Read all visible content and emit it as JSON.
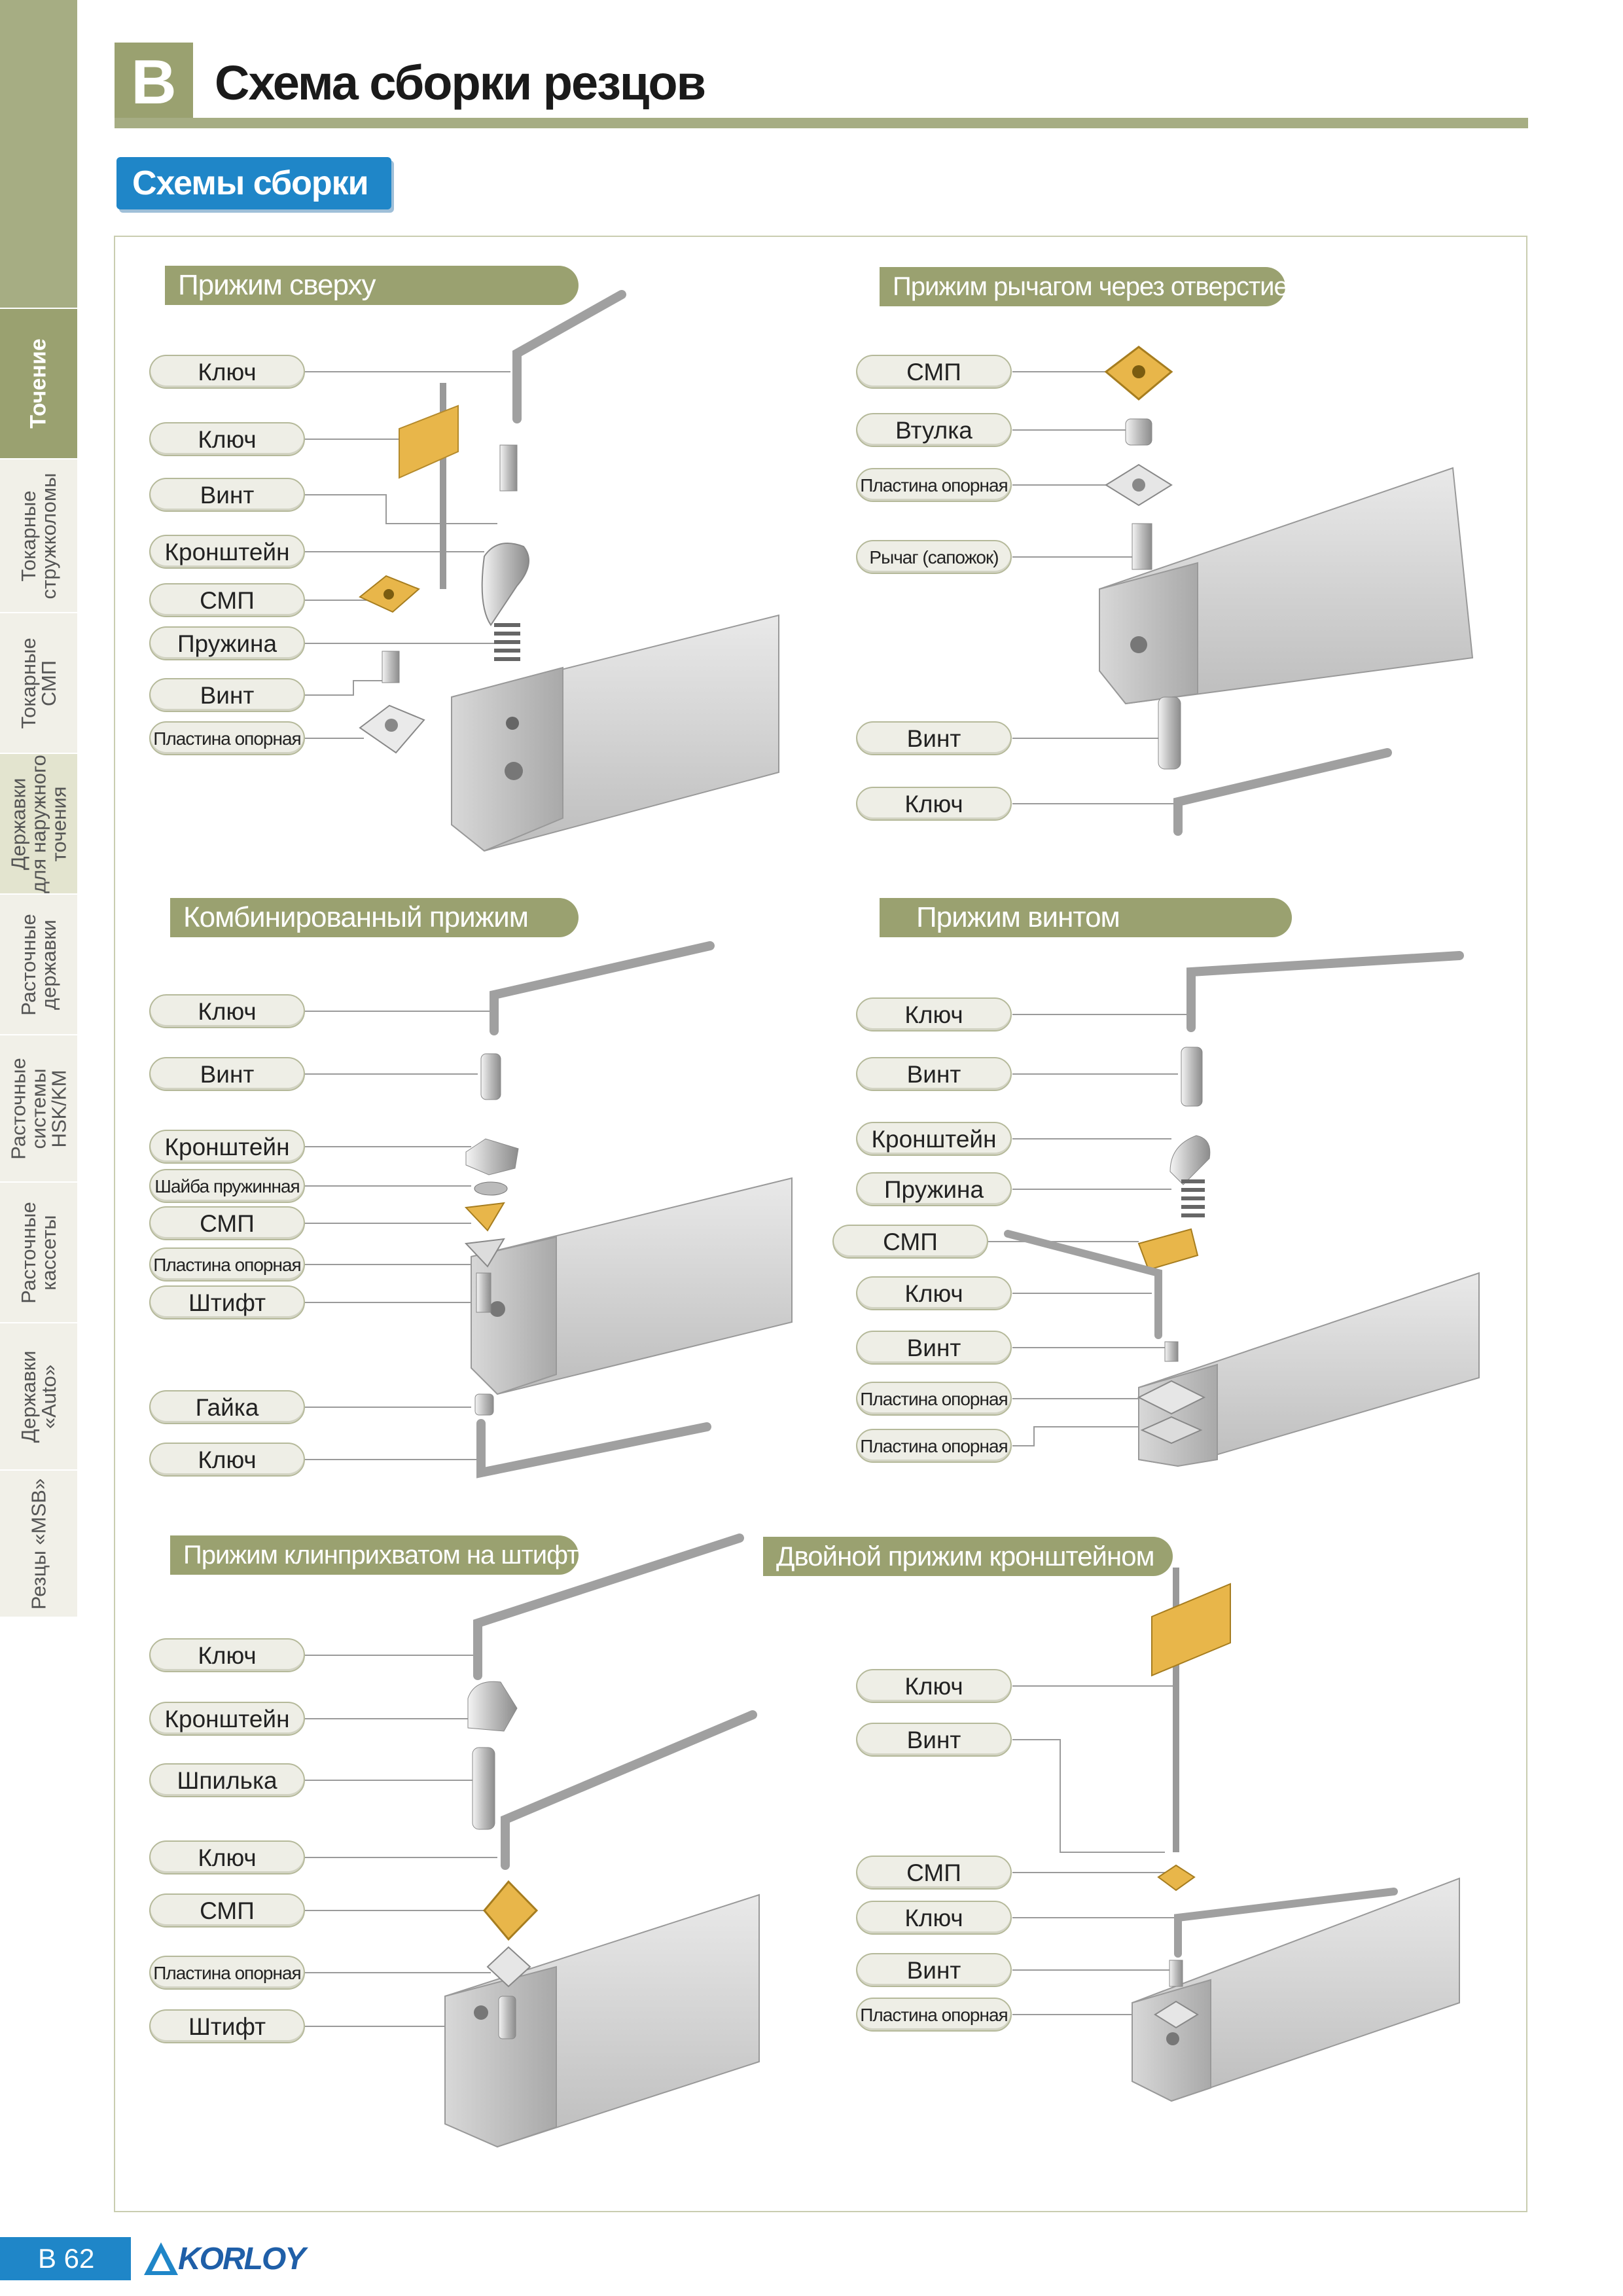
{
  "header": {
    "section_letter": "B",
    "title": "Схема сборки резцов",
    "subtitle": "Схемы сборки"
  },
  "sidebar": {
    "tabs": [
      {
        "label": "Точение",
        "state": "active"
      },
      {
        "label": "Токарные\nстружколомы",
        "state": "normal"
      },
      {
        "label": "Токарные\nСМП",
        "state": "normal"
      },
      {
        "label": "Державки\nдля наружного\nточения",
        "state": "current"
      },
      {
        "label": "Расточные\nдержавки",
        "state": "normal"
      },
      {
        "label": "Расточные\nсистемы\nHSK/KM",
        "state": "normal"
      },
      {
        "label": "Расточные\nкассеты",
        "state": "normal"
      },
      {
        "label": "Державки\n«Auto»",
        "state": "normal"
      },
      {
        "label": "Резцы «MSB»",
        "state": "normal"
      }
    ]
  },
  "sections": {
    "top_clamp": {
      "title": "Прижим сверху",
      "labels": [
        "Ключ",
        "Ключ",
        "Винт",
        "Кронштейн",
        "СМП",
        "Пружина",
        "Винт",
        "Пластина опорная"
      ]
    },
    "lever_clamp": {
      "title": "Прижим рычагом через отверстие",
      "labels": [
        "СМП",
        "Втулка",
        "Пластина опорная",
        "Рычаг (сапожок)",
        "Винт",
        "Ключ"
      ]
    },
    "combined_clamp": {
      "title": "Комбинированный прижим",
      "labels": [
        "Ключ",
        "Винт",
        "Кронштейн",
        "Шайба пружинная",
        "СМП",
        "Пластина опорная",
        "Штифт",
        "Гайка",
        "Ключ"
      ]
    },
    "screw_clamp": {
      "title": "Прижим винтом",
      "labels": [
        "Ключ",
        "Винт",
        "Кронштейн",
        "Пружина",
        "СМП",
        "Ключ",
        "Винт",
        "Пластина опорная",
        "Пластина опорная"
      ]
    },
    "wedge_clamp": {
      "title": "Прижим клинприхватом на штифте",
      "labels": [
        "Ключ",
        "Кронштейн",
        "Шпилька",
        "Ключ",
        "СМП",
        "Пластина опорная",
        "Штифт"
      ]
    },
    "double_clamp": {
      "title": "Двойной прижим кронштейном",
      "labels": [
        "Ключ",
        "Винт",
        "СМП",
        "Ключ",
        "Винт",
        "Пластина опорная"
      ]
    }
  },
  "colors": {
    "accent_olive": "#9aa170",
    "accent_blue": "#1f86c8",
    "insert_gold": "#e8b64a"
  },
  "footer": {
    "page_number": "B 62",
    "logo": "KORLOY"
  }
}
